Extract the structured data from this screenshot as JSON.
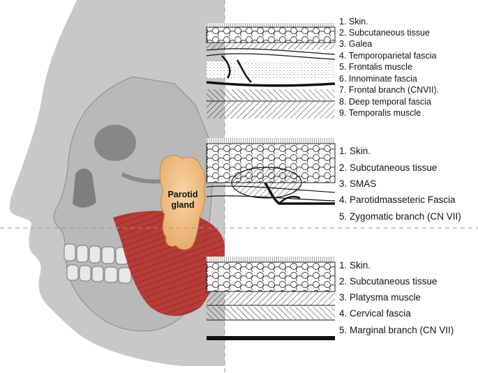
{
  "colors": {
    "silhouette": "#c8c8c8",
    "skull": "#b9b9b9",
    "muscle": "#b8312b",
    "parotid": "#f2c58e",
    "fascia_line": "#111111",
    "dashed_guides": "#9a9a9a"
  },
  "parotid_label": [
    "Parotid",
    "gland"
  ],
  "sections": [
    {
      "region": "temporal",
      "labels": [
        "1. Skin.",
        "2. Subcutaneous tissue",
        "3. Galea",
        "4. Temporoparietal fascia",
        "5. Frontalis muscle",
        "6. Innominate fascia",
        "7. Frontal branch (CNVII).",
        "8. Deep temporal fascia",
        "9. Temporalis muscle"
      ]
    },
    {
      "region": "mid-face",
      "labels": [
        "1. Skin.",
        "2. Subcutaneous tissue",
        "3. SMAS",
        "4. Parotidmasseteric Fascia",
        "5. Zygomatic branch (CN VII)"
      ]
    },
    {
      "region": "neck",
      "labels": [
        "1. Skin.",
        "2. Subcutaneous tissue",
        "3. Platysma muscle",
        "4. Cervical fascia",
        "5. Marginal branch (CN VII)"
      ]
    }
  ]
}
